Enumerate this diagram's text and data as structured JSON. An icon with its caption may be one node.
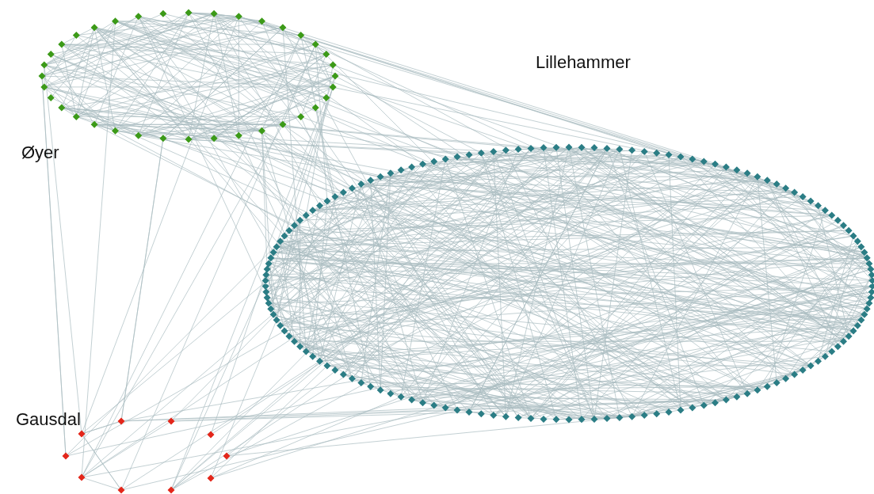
{
  "diagram": {
    "labels": [
      "Lillehammer",
      "Øyer",
      "Gausdal"
    ]
  }
}
